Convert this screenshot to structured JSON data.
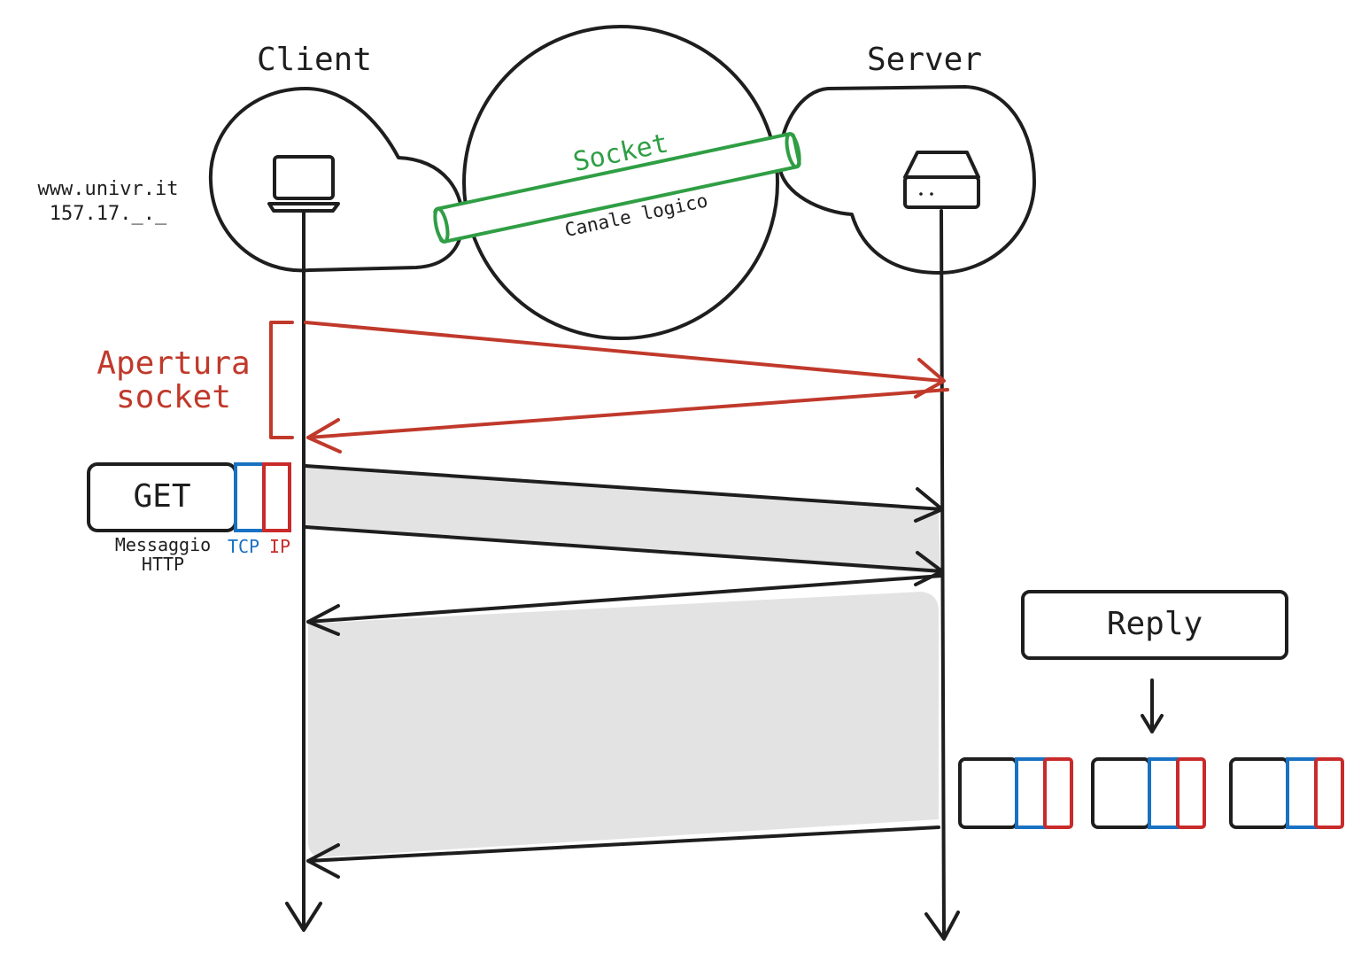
{
  "nodes": {
    "client": {
      "label": "Client"
    },
    "server": {
      "label": "Server"
    }
  },
  "host": {
    "name": "www.univr.it",
    "ip": "157.17._._"
  },
  "socket": {
    "label": "Socket",
    "sublabel": "Canale logico"
  },
  "handshake": {
    "label_line1": "Apertura",
    "label_line2": "socket"
  },
  "request": {
    "message": "GET",
    "caption_line1": "Messaggio",
    "caption_line2": "HTTP",
    "tcp_label": "TCP",
    "ip_label": "IP"
  },
  "reply": {
    "label": "Reply",
    "packet_count": 3
  },
  "colors": {
    "ink": "#1e1e1e",
    "handshake": "#c0392b",
    "socket": "#2f9e44",
    "tcp": "#1971c2",
    "ip": "#c92a2a",
    "transfer_fill": "#e3e3e3"
  },
  "icons": {
    "client": "laptop-icon",
    "server": "server-icon"
  }
}
